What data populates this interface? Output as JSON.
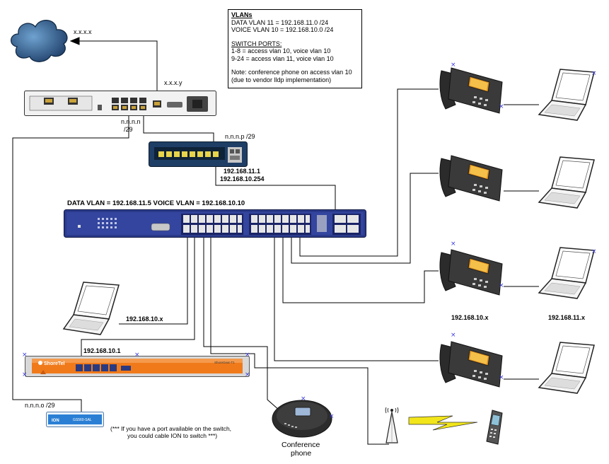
{
  "legend": {
    "title": "VLANs",
    "vlans": [
      "DATA VLAN 11 =    192.168.11.0 /24",
      "VOICE VLAN 10 =  192.168.10.0 /24"
    ],
    "ports_title": "SWITCH PORTS:",
    "ports": [
      "1-8 = access vlan 10, voice vlan 10",
      "9-24 = access vlan 11,  voice vlan 10"
    ],
    "note": [
      "Note: conference phone on access vlan 10",
      "(due to vendor lldp implementation)"
    ]
  },
  "labels": {
    "cloud_ip": "x.x.x.x",
    "router_wan_ip": "x.x.x.y",
    "router_lan": "n.n.n.n",
    "router_lan_mask": "/29",
    "firewall_ip": "n.n.n.p /29",
    "firewall_inside_1": "192.168.11.1",
    "firewall_inside_2": "192.168.10.254",
    "switch_vlans": "DATA VLAN = 192.168.11.5   VOICE VLAN = 192.168.10.10",
    "pc_left_ip": "192.168.10.x",
    "shoretel_ip": "192.168.10.1",
    "ion_ip": "n.n.n.o /29",
    "ion_note": [
      "(*** If you have a port available on the switch,",
      "you could cable ION to switch ***)"
    ],
    "phone_ip": "192.168.10.x",
    "laptop_ip": "192.168.11.x",
    "conference_label": [
      "Conference",
      "phone"
    ],
    "shoretel_brand": "ShoreTel",
    "shoretel_model": "ShoreGear-T1",
    "ion_brand": "ION",
    "ion_model": "GS560-SAL"
  },
  "colors": {
    "cloud": "#2d5a8a",
    "switch_body": "#2b3a8a",
    "shoretel_orange": "#f07a1a",
    "firewall_body": "#1f3e66",
    "ion_blue": "#2a7fd4",
    "bolt": "#f2e51a",
    "xmark": "#3a3adb"
  }
}
